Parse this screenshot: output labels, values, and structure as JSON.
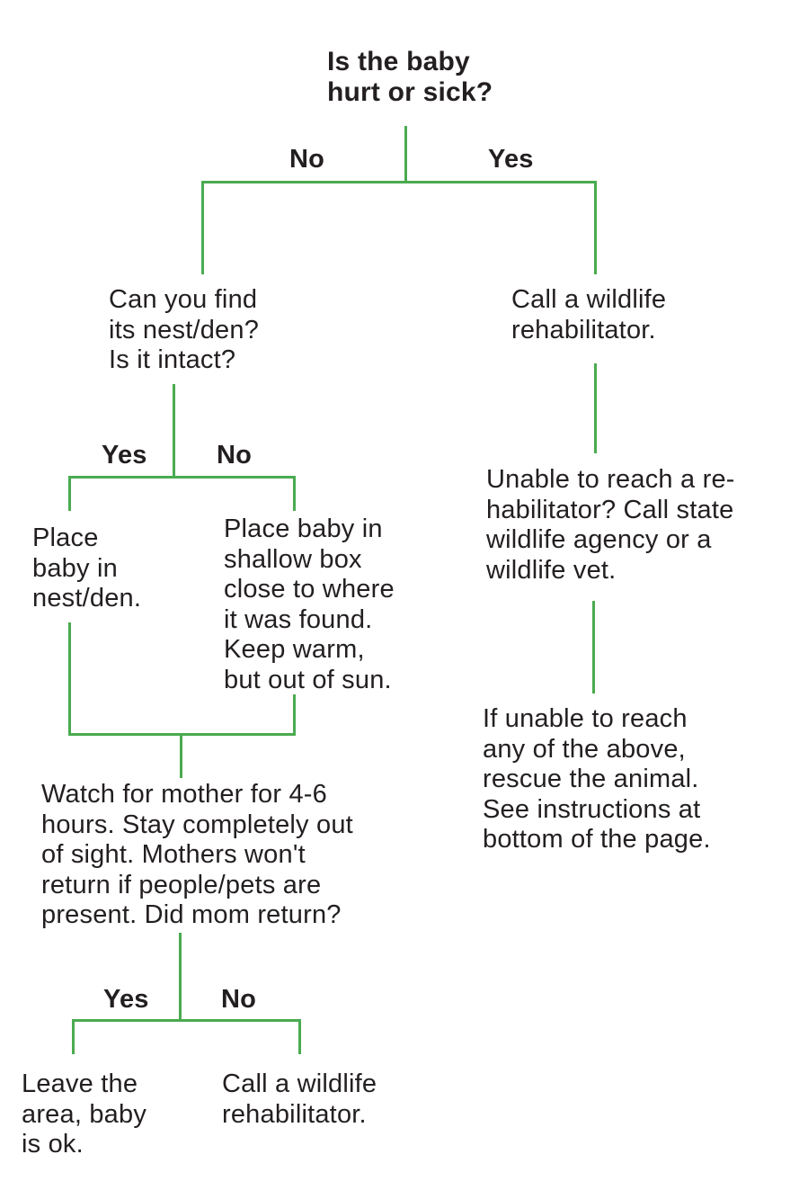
{
  "colors": {
    "line": "#4aab50",
    "text": "#231f20",
    "background": "#ffffff"
  },
  "nodes": {
    "root": "Is the baby\nhurt or sick?",
    "find_nest": "Can you find\nits nest/den?\nIs it intact?",
    "call_rehab_top": "Call a wildlife\nrehabilitator.",
    "unable_rehab": "Unable to reach a re-\nhabilitator? Call state\nwildlife agency or a\nwildlife vet.",
    "unable_any": "If unable to reach\nany of the above,\nrescue the animal.\nSee instructions at\nbottom of the page.",
    "place_nest": "Place\nbaby in\nnest/den.",
    "place_box": "Place baby in\nshallow box\nclose to where\nit was found.\nKeep warm,\nbut out of sun.",
    "watch_mother": "Watch for mother for 4-6\nhours. Stay completely out\nof sight. Mothers won't\nreturn if people/pets are\npresent. Did mom return?",
    "leave_area": "Leave the\narea, baby\nis ok.",
    "call_rehab_bottom": "Call a wildlife\nrehabilitator."
  },
  "labels": {
    "split1_no": "No",
    "split1_yes": "Yes",
    "split2_yes": "Yes",
    "split2_no": "No",
    "split3_yes": "Yes",
    "split3_no": "No"
  }
}
